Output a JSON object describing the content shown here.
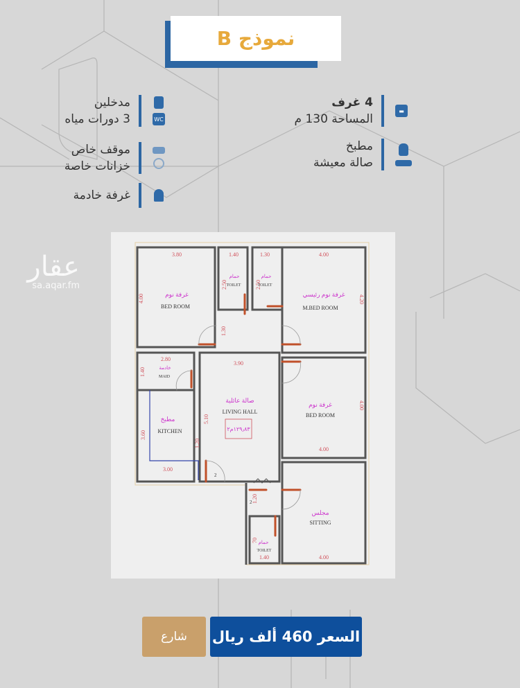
{
  "title": "نموذج B",
  "features_right": [
    {
      "icon": "bed-icon",
      "lines": [
        "4 غرف",
        "المساحة 130 م"
      ]
    },
    {
      "icon": "apron-icon",
      "icon2": "sofa-icon",
      "lines": [
        "مطبخ",
        "صالة معيشة"
      ]
    }
  ],
  "features_left": [
    {
      "icon": "door-icon",
      "icon2": "wc-icon",
      "icon2_text": "WC",
      "lines": [
        "مدخلين",
        "3 دورات مياه"
      ]
    },
    {
      "icon": "car-icon",
      "icon2": "water-tank-icon",
      "lines": [
        "موقف خاص",
        "خزانات خاصة"
      ]
    },
    {
      "icon": "person-icon",
      "lines": [
        "غرفة خادمة"
      ]
    }
  ],
  "watermark": {
    "ar": "عقار",
    "en": "sa.aqar.fm"
  },
  "floor_plan": {
    "rooms": [
      {
        "ar": "غرفة نوم",
        "en": "BED ROOM"
      },
      {
        "ar": "حمام",
        "en": "TOILET"
      },
      {
        "ar": "حمام",
        "en": "TOILET"
      },
      {
        "ar": "غرفة نوم رئيسي",
        "en": "M.BED ROOM"
      },
      {
        "ar": "خادمة",
        "en": "MAID"
      },
      {
        "ar": "مطبخ",
        "en": "KITCHEN"
      },
      {
        "ar": "صالة عائلية",
        "en": "LIVING HALL"
      },
      {
        "ar": "غرفة نوم",
        "en": "BED ROOM"
      },
      {
        "ar": "مجلس",
        "en": "SITTING"
      },
      {
        "ar": "حمام",
        "en": "TOILET"
      }
    ],
    "area_label": "١٢٩٫٨٣م٢",
    "dimensions": [
      "3.80",
      "1.40",
      "1.30",
      "4.00",
      "4.00",
      "2.50",
      "2.50",
      "4.20",
      "1.30",
      "2.80",
      "1.40",
      "3.90",
      "5.10",
      "4.00",
      "3.60",
      "1.20",
      "3.00",
      "4.00",
      "1.20",
      "70",
      "1.40",
      "4.00"
    ],
    "door_numbers": [
      "2",
      "2"
    ],
    "colors": {
      "wall": "#555555",
      "dimension": "#d0505a",
      "arabic_label": "#cc33cc",
      "door": "#c0502a"
    }
  },
  "buttons": {
    "share": "شارع",
    "price": "السعر 460 ألف ريال"
  },
  "colors": {
    "accent_blue": "#0e4f9c",
    "title_orange": "#e7a93b",
    "share_tan": "#c9a06b",
    "background": "#d7d7d7"
  }
}
